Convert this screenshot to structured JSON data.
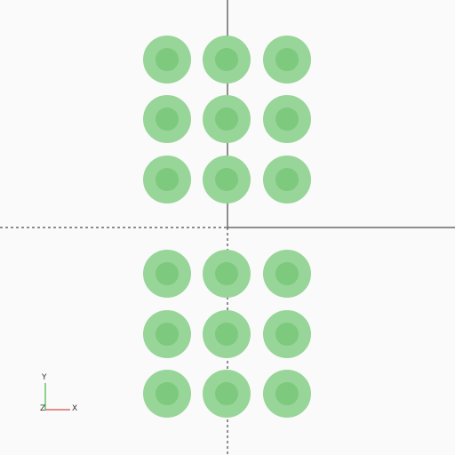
{
  "colors": {
    "background": "#fafafa",
    "disc_outer": "#98d598",
    "disc_inner": "#7dc97d",
    "axis_line": "#222222",
    "axis_x": "#cc2222",
    "axis_y": "#22aa22"
  },
  "grid": {
    "rows": 6,
    "cols": 3
  },
  "axes": {
    "x_label": "X",
    "y_label": "Y",
    "z_label": "Z"
  }
}
